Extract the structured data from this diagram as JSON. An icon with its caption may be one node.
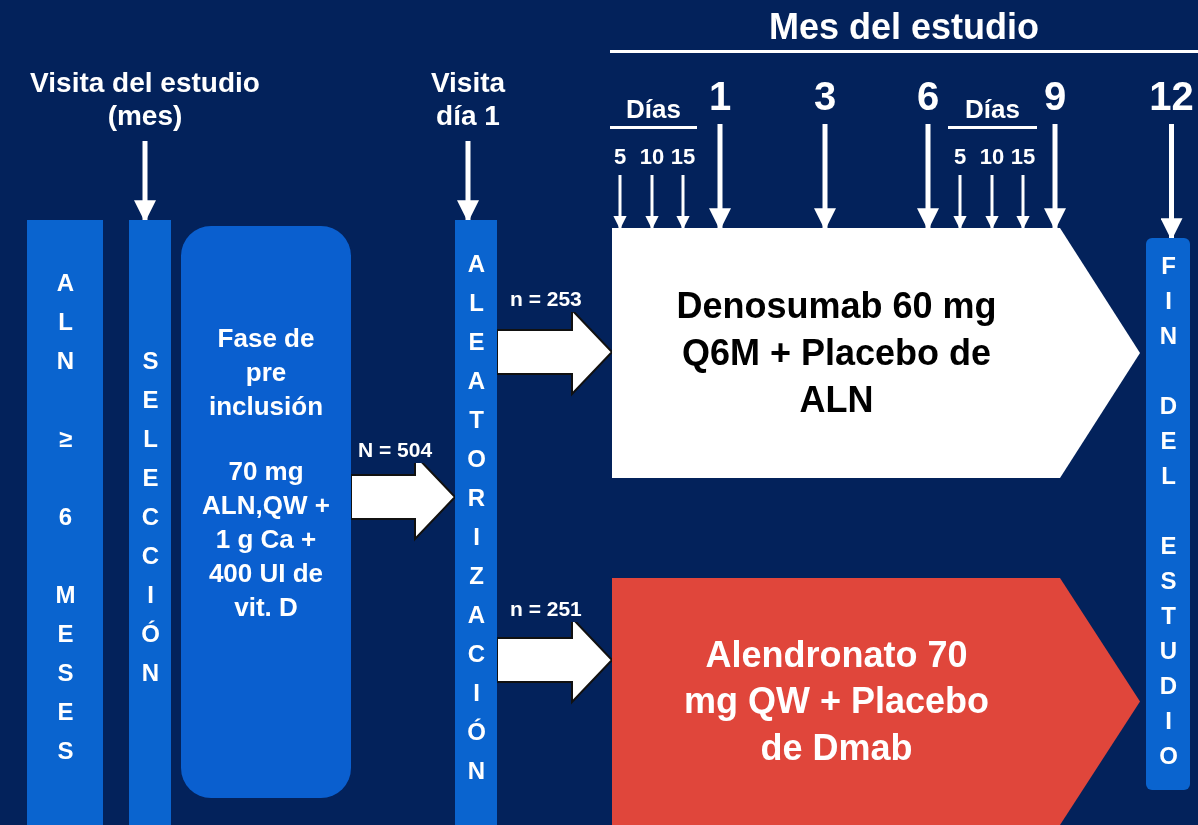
{
  "diagram": {
    "nodes": [
      {
        "text": [
          "Visita del estudio (mes)"
        ]
      },
      {
        "text": [
          "Visita día 1"
        ]
      },
      {
        "text": [
          "5"
        ]
      },
      {
        "text": [
          "10"
        ]
      },
      {
        "text": [
          "15"
        ]
      },
      {
        "text": [
          "1"
        ]
      },
      {
        "text": [
          "3"
        ]
      },
      {
        "text": [
          "6"
        ]
      },
      {
        "text": [
          "5"
        ]
      },
      {
        "text": [
          "10"
        ]
      },
      {
        "text": [
          "15"
        ]
      },
      {
        "text": [
          "9"
        ]
      },
      {
        "text": [
          "12"
        ]
      },
      {
        "text": [
          "ALN ≥ 6 MESES"
        ]
      },
      {
        "text": [
          "SELECCIÓN"
        ]
      },
      {
        "text": [
          "Fase de pre inclusión",
          "70 mg ALN,QW + 1 g Ca + 400 UI de vit. D"
        ]
      },
      {
        "text": [
          "ALEATORIZACIÓN"
        ]
      },
      {
        "text": [
          "Denosumab 60 mg Q6M + Placebo de ALN"
        ]
      },
      {
        "text": [
          "Alendronato 70 mg QW + Placebo de Dmab"
        ]
      },
      {
        "text": [
          "FIN DEL ESTUDIO"
        ]
      }
    ],
    "edges": [
      {
        "from": 0,
        "to": 14,
        "arrow": "to"
      },
      {
        "from": 1,
        "to": 16,
        "arrow": "to"
      },
      {
        "from": 2,
        "to": 17,
        "arrow": "to"
      },
      {
        "from": 3,
        "to": 17,
        "arrow": "to"
      },
      {
        "from": 4,
        "to": 17,
        "arrow": "to"
      },
      {
        "from": 5,
        "to": 17,
        "arrow": "to"
      },
      {
        "from": 6,
        "to": 17,
        "arrow": "to"
      },
      {
        "from": 7,
        "to": 17,
        "arrow": "to"
      },
      {
        "from": 8,
        "to": 17,
        "arrow": "to"
      },
      {
        "from": 9,
        "to": 17,
        "arrow": "to"
      },
      {
        "from": 10,
        "to": 17,
        "arrow": "to"
      },
      {
        "from": 11,
        "to": 17,
        "arrow": "to"
      },
      {
        "from": 12,
        "to": 19,
        "arrow": "to"
      },
      {
        "from": 15,
        "to": 16,
        "arrow": "to",
        "label": "N = 504",
        "style": "thick"
      },
      {
        "from": 16,
        "to": 17,
        "arrow": "to",
        "label": "n = 253",
        "style": "thick"
      },
      {
        "from": 16,
        "to": 18,
        "arrow": "to",
        "label": "n = 251",
        "style": "thick"
      }
    ],
    "labels": [
      "Mes del estudio",
      "Días",
      "Días"
    ]
  }
}
